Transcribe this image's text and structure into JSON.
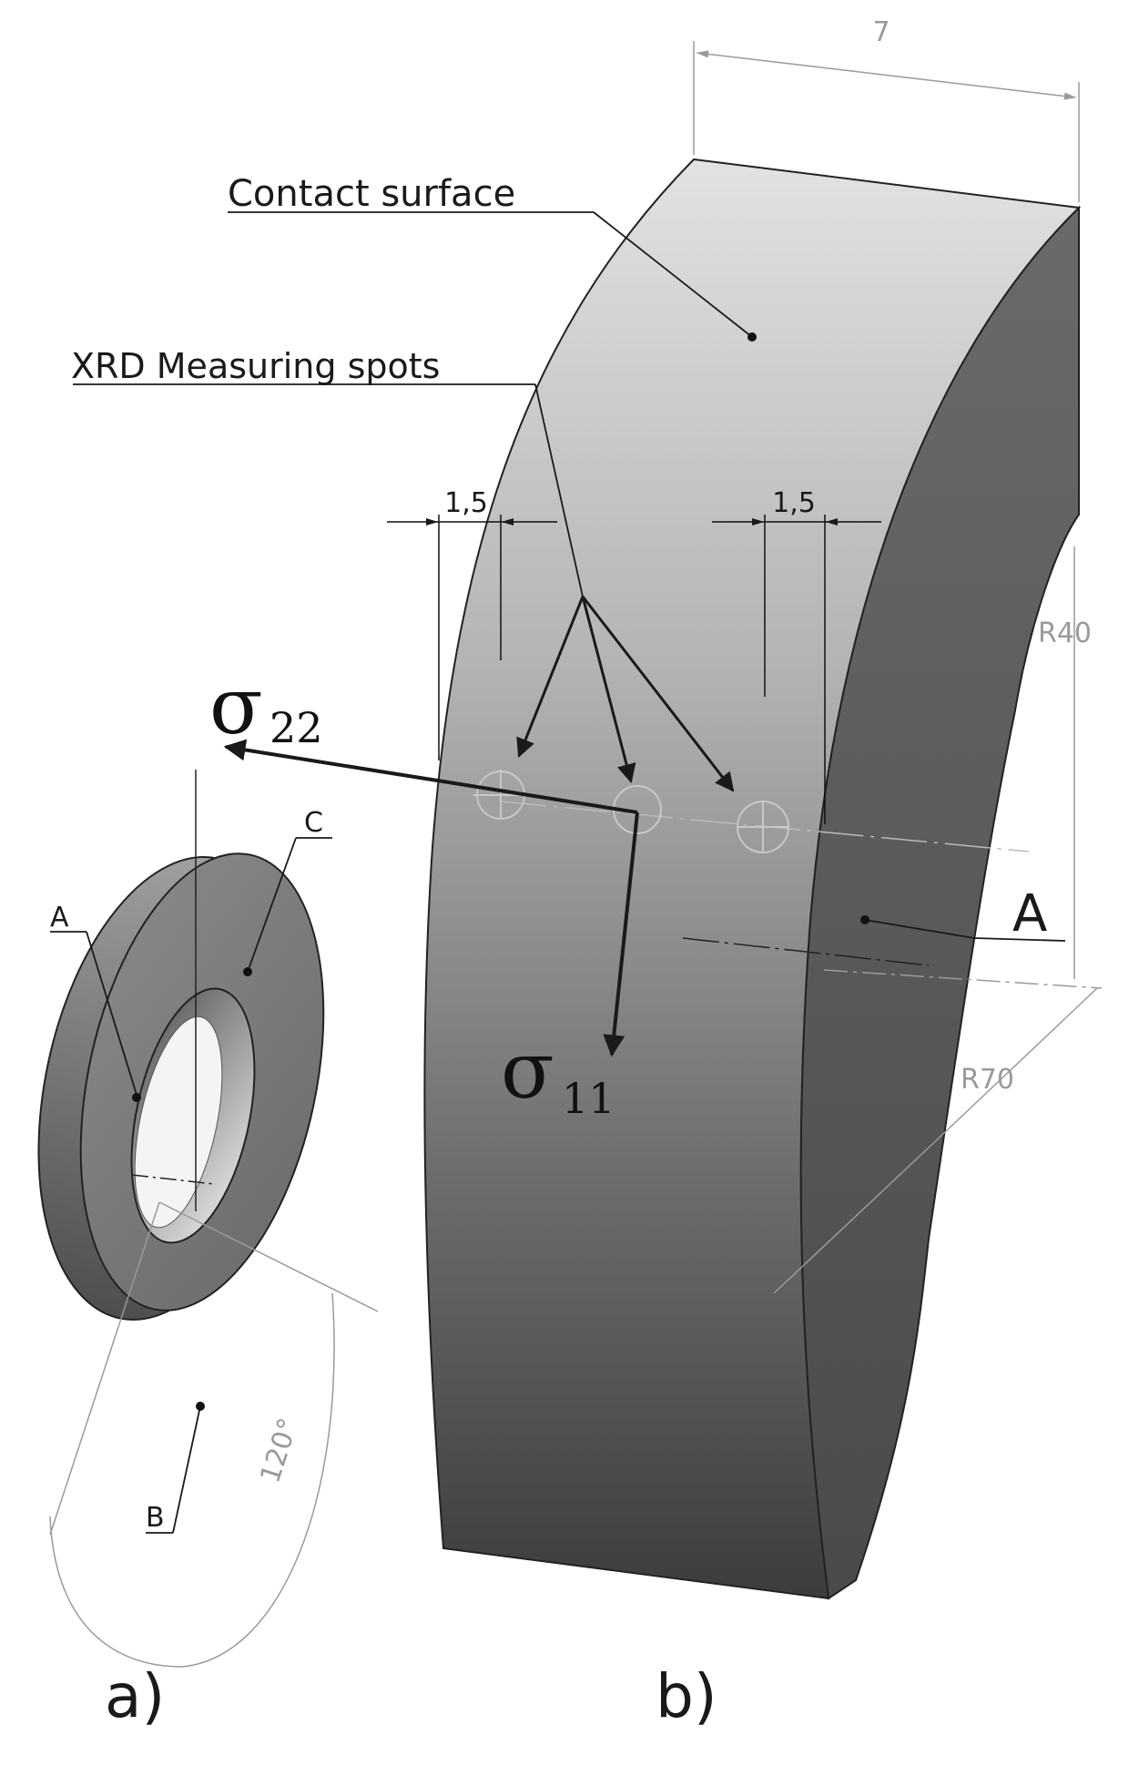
{
  "labels": {
    "contact_surface": "Contact surface",
    "xrd_spots": "XRD Measuring spots",
    "sigma22": "σ",
    "sigma22_sub": "22",
    "sigma11": "σ",
    "sigma11_sub": "11",
    "point_A_b": "A",
    "point_A_a": "A",
    "point_B_a": "B",
    "point_C_a": "C",
    "panel_a": "a)",
    "panel_b": "b)"
  },
  "dimensions": {
    "width": "7",
    "spot_offset_left": "1,5",
    "spot_offset_right": "1,5",
    "inner_radius": "R40",
    "outer_radius": "R70",
    "angle": "120°"
  },
  "colors": {
    "ring_face": "#7a7a7a",
    "ring_edge": "#8c8c8c",
    "block_top": "#d2d2d2",
    "block_face_bottom": "#3f3f3f",
    "block_side": "#5a5a5a",
    "dimension_line": "#9a9a9a",
    "leader_line": "#1a1a1a"
  }
}
